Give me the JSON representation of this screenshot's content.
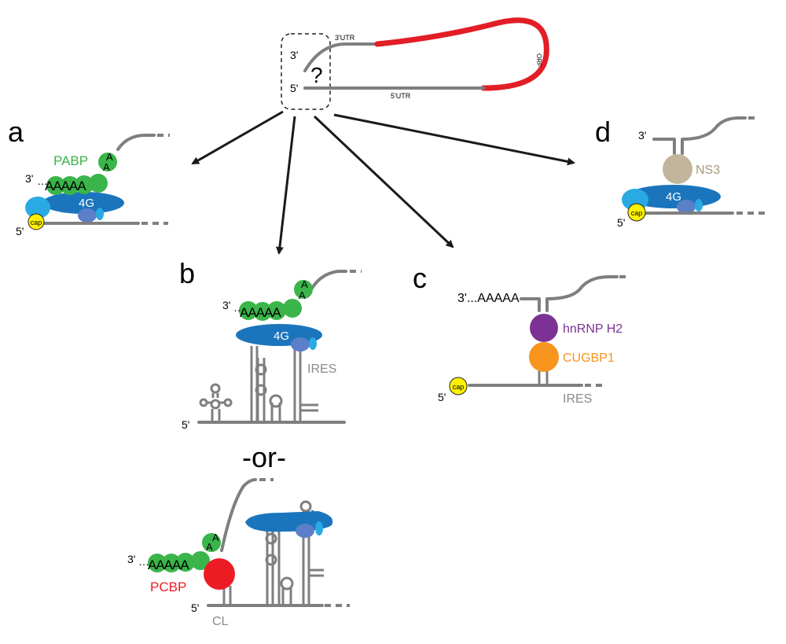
{
  "top": {
    "utr3_label": "3'UTR",
    "utr5_label": "5'UTR",
    "orf_label": "ORF",
    "end3": "3'",
    "end5": "5'",
    "question": "?"
  },
  "panels": {
    "a": {
      "letter": "a",
      "pabp": "PABP",
      "end3": "3'",
      "ellipsis": "…",
      "polyA": "AAAAA",
      "a_tail": "A",
      "eif4g": "4G",
      "cap": "cap",
      "end5": "5'"
    },
    "b": {
      "letter": "b",
      "end3": "3'",
      "ellipsis": "…",
      "polyA": "AAAAA",
      "a_tail": "A",
      "eif4g": "4G",
      "ires": "IRES",
      "end5": "5'",
      "or": "-or-",
      "pcbp": "PCBP",
      "cl": "CL"
    },
    "c": {
      "letter": "c",
      "end3_polyA": "3'...AAAAA",
      "hnrnp": "hnRNP H2",
      "cugbp": "CUGBP1",
      "cap": "cap",
      "end5": "5'",
      "ires": "IRES"
    },
    "d": {
      "letter": "d",
      "end3": "3'",
      "ns3": "NS3",
      "eif4g": "4G",
      "cap": "cap",
      "end5": "5'"
    }
  },
  "colors": {
    "orf": "#e21e26",
    "rna": "#7f7f7f",
    "pabp": "#3ab54a",
    "eif4g": "#1b75bc",
    "eif4e": "#29aae2",
    "cap": "#fff200",
    "pcbp": "#ed1c24",
    "hnrnp": "#7b3294",
    "cugbp": "#f7941d",
    "ns3": "#c2b59b"
  }
}
